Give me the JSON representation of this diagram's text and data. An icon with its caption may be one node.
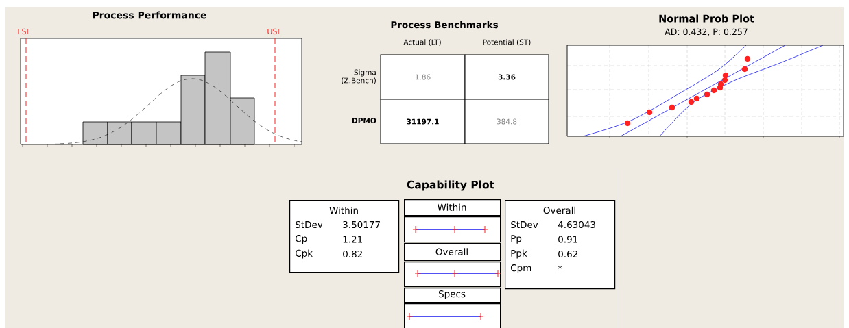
{
  "diagram": {
    "nodes": [
      {
        "text": [
          "Within",
          "StDev",
          "3.50177",
          "Cp",
          "1.21",
          "Cpk",
          "0.82"
        ]
      },
      {
        "text": [
          "Within"
        ]
      },
      {
        "text": [],
        "shape": "box"
      },
      {
        "text": [
          "Overall"
        ]
      },
      {
        "text": [],
        "shape": "box"
      },
      {
        "text": [
          "Specs"
        ]
      },
      {
        "text": [],
        "shape": "box"
      },
      {
        "text": [
          "Overall",
          "StDev",
          "4.63043",
          "Pp",
          "0.91",
          "Ppk",
          "0.62",
          "Cpm",
          "*"
        ]
      }
    ],
    "labels": [
      "Process Performance",
      "LSL",
      "USL",
      "Process Benchmarks",
      "Actual (LT)",
      "Potential (ST)",
      "Sigma (Z.Bench)",
      "1.86",
      "3.36",
      "DPMO",
      "31197.1",
      "384.8",
      "Normal Prob Plot",
      "AD: 0.432, P: 0.257",
      "Capability Plot"
    ]
  }
}
